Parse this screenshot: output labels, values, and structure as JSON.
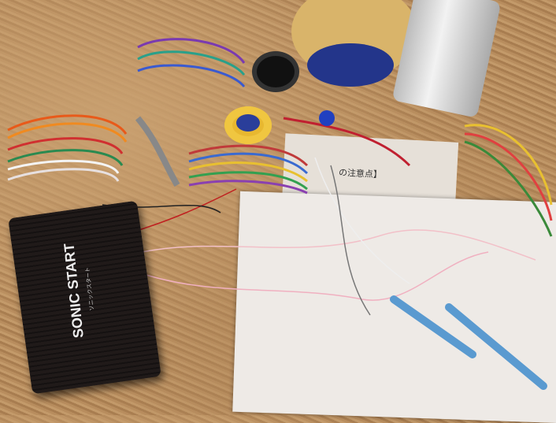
{
  "photo": {
    "device_brand": "SONIC START",
    "device_brand_jp": "ソニックスタート",
    "manual_heading": "の注意点】"
  },
  "colors": {
    "wood": "#b08658",
    "box": "#1c1716",
    "paper": "#eeeae6",
    "tape_yellow": "#e8b830",
    "tape_blue": "#2a3e9a"
  }
}
